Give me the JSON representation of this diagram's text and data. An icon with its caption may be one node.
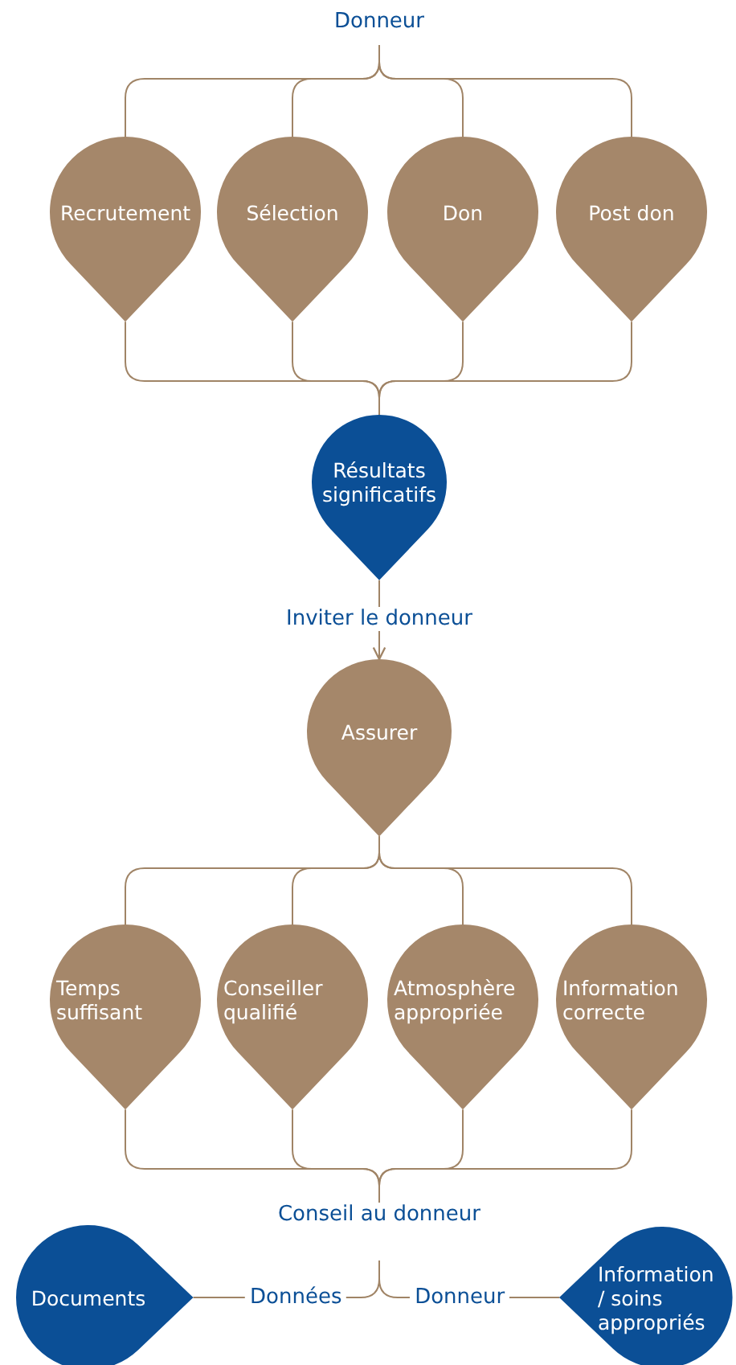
{
  "diagram": {
    "nodes": [
      {
        "text": [
          "Donneur"
        ]
      },
      {
        "text": [
          "Recrutement"
        ]
      },
      {
        "text": [
          "Sélection"
        ]
      },
      {
        "text": [
          "Don"
        ]
      },
      {
        "text": [
          "Post don"
        ]
      },
      {
        "text": [
          "Résultats significatifs"
        ]
      },
      {
        "text": [
          "Assurer"
        ]
      },
      {
        "text": [
          "Temps suffisant"
        ]
      },
      {
        "text": [
          "Conseiller qualifié"
        ]
      },
      {
        "text": [
          "Atmosphère appropriée"
        ]
      },
      {
        "text": [
          "Information correcte"
        ]
      },
      {
        "text": [
          "Conseil au donneur"
        ]
      },
      {
        "text": [
          "Documents"
        ]
      },
      {
        "text": [
          "Information / soins appropriés"
        ]
      }
    ],
    "edges": [
      {
        "from": 0,
        "to": 1,
        "arrow": "none"
      },
      {
        "from": 0,
        "to": 2,
        "arrow": "none"
      },
      {
        "from": 0,
        "to": 3,
        "arrow": "none"
      },
      {
        "from": 0,
        "to": 4,
        "arrow": "none"
      },
      {
        "from": 1,
        "to": 5,
        "arrow": "none"
      },
      {
        "from": 2,
        "to": 5,
        "arrow": "none"
      },
      {
        "from": 3,
        "to": 5,
        "arrow": "none"
      },
      {
        "from": 4,
        "to": 5,
        "arrow": "none"
      },
      {
        "from": 5,
        "to": 6,
        "arrow": "to",
        "label": "Inviter le donneur"
      },
      {
        "from": 6,
        "to": 7,
        "arrow": "none"
      },
      {
        "from": 6,
        "to": 8,
        "arrow": "none"
      },
      {
        "from": 6,
        "to": 9,
        "arrow": "none"
      },
      {
        "from": 6,
        "to": 10,
        "arrow": "none"
      },
      {
        "from": 7,
        "to": 11,
        "arrow": "none"
      },
      {
        "from": 8,
        "to": 11,
        "arrow": "none"
      },
      {
        "from": 9,
        "to": 11,
        "arrow": "none"
      },
      {
        "from": 10,
        "to": 11,
        "arrow": "none"
      },
      {
        "from": 11,
        "to": 12,
        "arrow": "none",
        "label": "Données"
      },
      {
        "from": 11,
        "to": 13,
        "arrow": "none",
        "label": "Donneur"
      }
    ]
  }
}
